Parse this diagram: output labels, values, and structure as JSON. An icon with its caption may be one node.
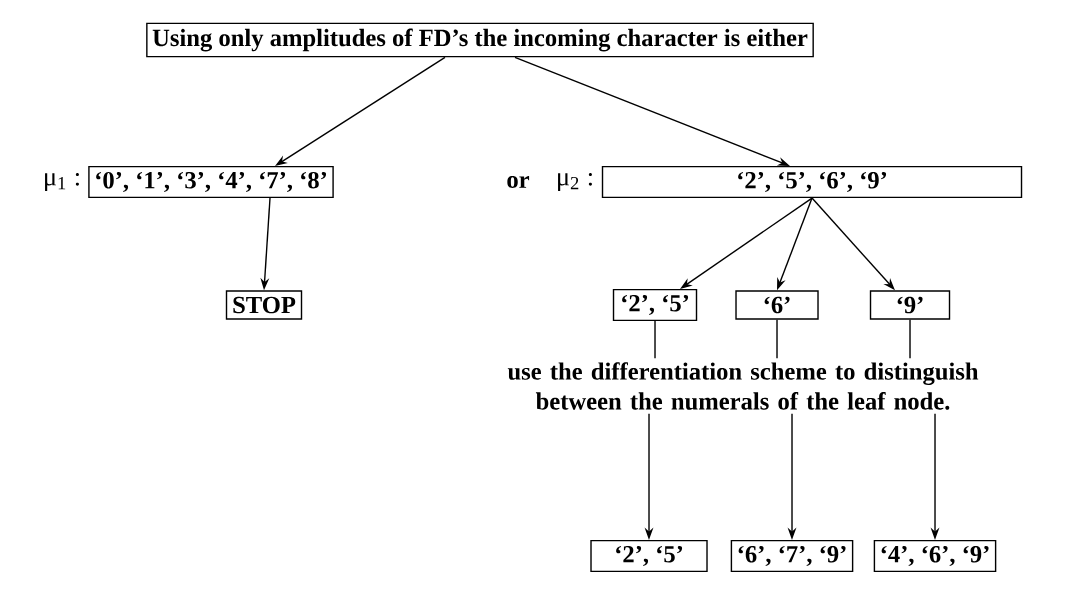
{
  "diagram": {
    "nodes": [
      {
        "text": [
          "Using only amplitudes of FD’s the incoming character is either"
        ]
      },
      {
        "text": [
          "‘0’, ‘1’, ‘3’, ‘4’, ‘7’, ‘8’"
        ],
        "beside": [
          "μ$_{1}$ :"
        ]
      },
      {
        "text": [
          "‘2’, ‘5’, ‘6’, ‘9’"
        ],
        "beside": [
          "μ$_{2}$ :"
        ]
      },
      {
        "text": [
          "STOP"
        ]
      },
      {
        "text": [
          "‘2’, ‘5’"
        ]
      },
      {
        "text": [
          "‘6’"
        ]
      },
      {
        "text": [
          "‘9’"
        ]
      },
      {
        "text": [
          "use the differentiation scheme to distinguish between the numerals of the leaf node."
        ]
      },
      {
        "text": [
          "‘2’, ‘5’"
        ]
      },
      {
        "text": [
          "‘6’, ‘7’, ‘9’"
        ]
      },
      {
        "text": [
          "‘4’, ‘6’, ‘9’"
        ]
      }
    ],
    "edges": [
      {
        "from": 0,
        "to": 1,
        "arrow": "to"
      },
      {
        "from": 0,
        "to": 2,
        "arrow": "to"
      },
      {
        "from": 1,
        "to": 3,
        "arrow": "to"
      },
      {
        "from": 2,
        "to": 4,
        "arrow": "to"
      },
      {
        "from": 2,
        "to": 5,
        "arrow": "to"
      },
      {
        "from": 2,
        "to": 6,
        "arrow": "to"
      },
      {
        "from": 4,
        "to": 7,
        "arrow": "none"
      },
      {
        "from": 5,
        "to": 7,
        "arrow": "none"
      },
      {
        "from": 6,
        "to": 7,
        "arrow": "none"
      },
      {
        "from": 7,
        "to": 8,
        "arrow": "to"
      },
      {
        "from": 7,
        "to": 9,
        "arrow": "to"
      },
      {
        "from": 7,
        "to": 10,
        "arrow": "to"
      }
    ],
    "labels": [
      "or"
    ]
  }
}
